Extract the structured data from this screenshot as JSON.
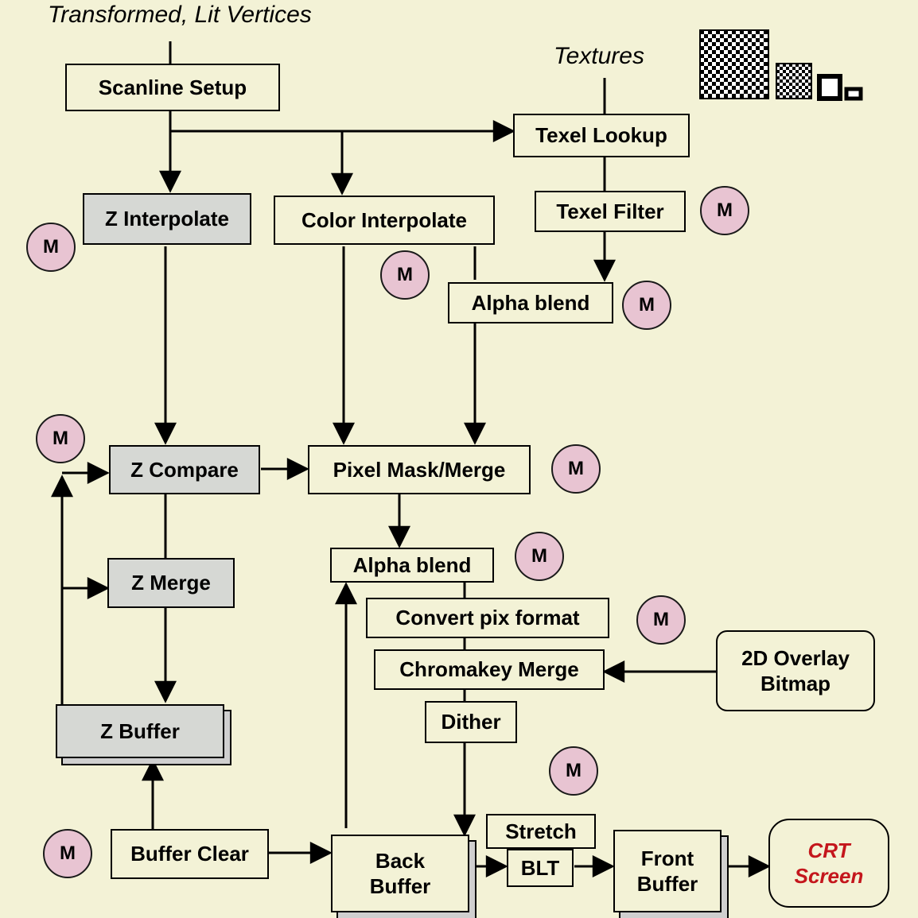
{
  "labels": {
    "input": "Transformed, Lit Vertices",
    "textures": "Textures"
  },
  "boxes": {
    "scanline_setup": "Scanline Setup",
    "texel_lookup": "Texel Lookup",
    "z_interpolate": "Z Interpolate",
    "color_interpolate": "Color Interpolate",
    "texel_filter": "Texel Filter",
    "alpha_blend_1": "Alpha blend",
    "z_compare": "Z Compare",
    "pixel_mask_merge": "Pixel Mask/Merge",
    "z_merge": "Z Merge",
    "alpha_blend_2": "Alpha blend",
    "convert_pix_format": "Convert pix format",
    "chromakey_merge": "Chromakey Merge",
    "overlay_bitmap": "2D Overlay\nBitmap",
    "dither": "Dither",
    "z_buffer": "Z Buffer",
    "buffer_clear": "Buffer Clear",
    "back_buffer": "Back\nBuffer",
    "stretch": "Stretch",
    "blt": "BLT",
    "front_buffer": "Front\nBuffer",
    "crt_screen": "CRT\nScreen"
  },
  "badge_text": "M",
  "colors": {
    "background": "#f3f2d6",
    "gray_box": "#d6d8d4",
    "badge_fill": "#e8c4d2",
    "crt_text": "#c4161c"
  }
}
